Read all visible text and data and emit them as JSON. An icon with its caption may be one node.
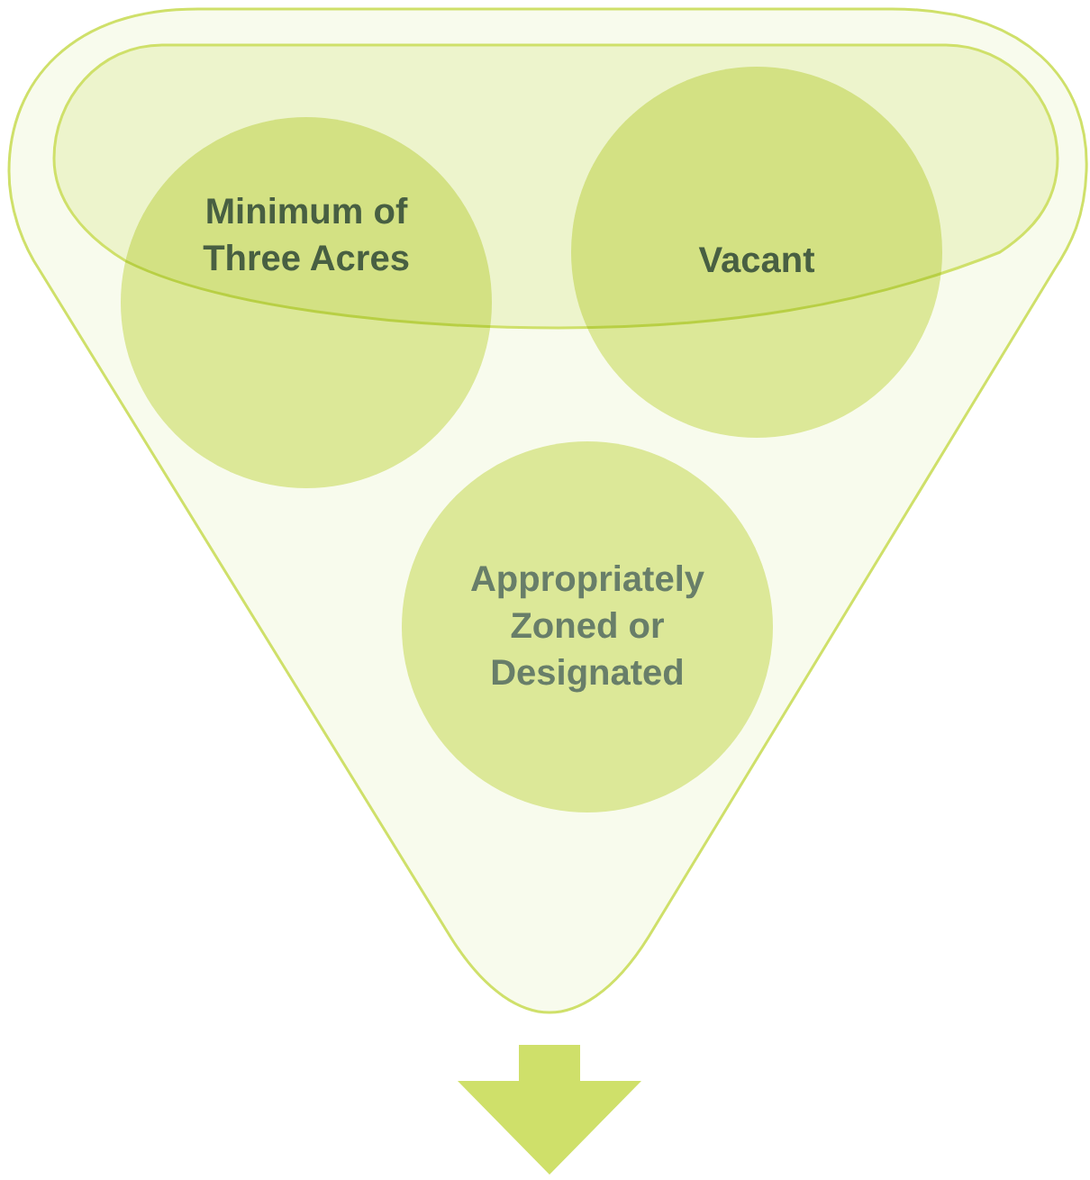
{
  "diagram": {
    "nodes": [
      {
        "text": [],
        "shape": "funnel"
      },
      {
        "text": [],
        "shape": "box",
        "in": 0
      },
      {
        "text": [
          "Minimum of Three Acres"
        ],
        "in": 0
      },
      {
        "text": [
          "Vacant"
        ],
        "in": 0
      },
      {
        "text": [
          "Appropriately Zoned or Designated"
        ],
        "in": 0
      }
    ]
  }
}
